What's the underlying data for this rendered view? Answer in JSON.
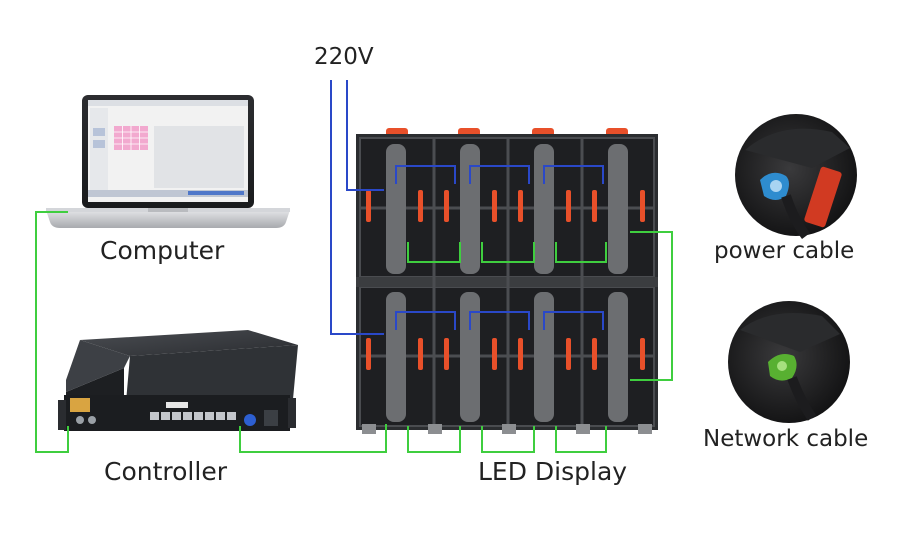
{
  "labels": {
    "voltage": "220V",
    "computer": "Computer",
    "controller": "Controller",
    "led_display": "LED Display",
    "power_cable": "power cable",
    "network_cable": "Network cable"
  },
  "colors": {
    "network_wire": "#3fce3f",
    "power_wire": "#2a48c8",
    "cabinet_frame": "#3b3d40",
    "cabinet_rib": "#6c6e71",
    "accent_orange": "#e8502a",
    "controller_body": "#26282c",
    "laptop_body": "#c9cbcf"
  },
  "icons": {
    "computer": "laptop-icon",
    "controller": "video-controller-icon",
    "display": "led-cabinet-grid-icon",
    "power_connector": "power-connector-icon",
    "network_connector": "network-connector-icon"
  }
}
